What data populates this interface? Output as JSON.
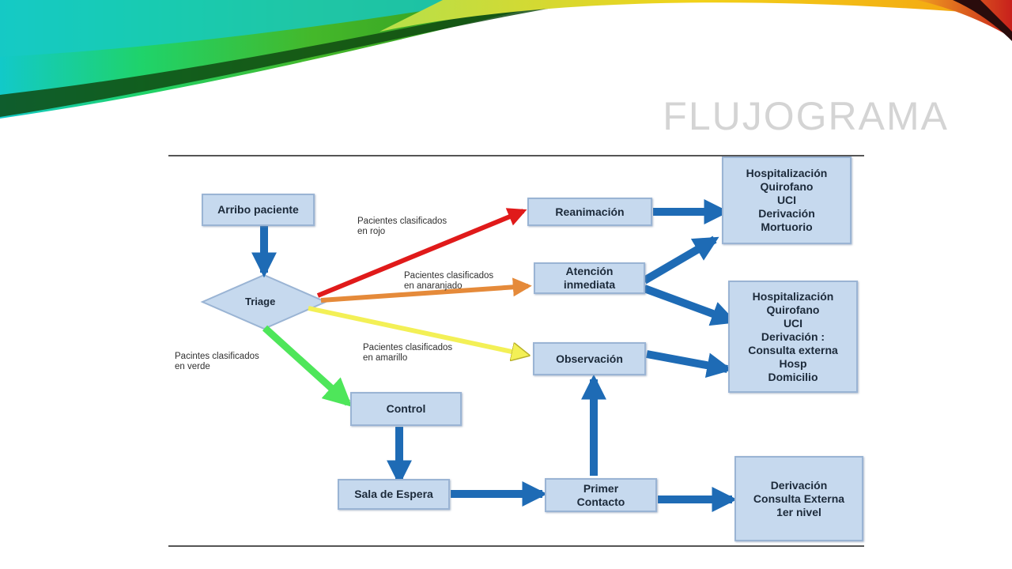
{
  "slide": {
    "title": "FLUJOGRAMA"
  },
  "colors": {
    "box_fill": "#c6d9ee",
    "box_border": "#9ab4d4",
    "arrow_blue": "#1e6bb5",
    "arrow_red": "#e01a1a",
    "arrow_orange": "#e58a3a",
    "arrow_yellow": "#f3f056",
    "arrow_green": "#4ee65a",
    "title": "#d4d4d4"
  },
  "nodes": {
    "arribo": "Arribo paciente",
    "triage": "Triage",
    "reanimacion": "Reanimación",
    "atencion": "Atención\ninmediata",
    "observacion": "Observación",
    "control": "Control",
    "sala": "Sala de Espera",
    "primer": "Primer\nContacto",
    "dest_top": "Hospitalización\nQuirofano\nUCI\nDerivación\nMortuorio",
    "dest_mid": "Hospitalización\nQuirofano\nUCI\nDerivación :\nConsulta externa\nHosp\nDomicilio",
    "dest_bottom": "Derivación\nConsulta Externa\n1er nivel"
  },
  "edge_labels": {
    "rojo": "Pacientes clasificados\nen rojo",
    "anaranjado": "Pacientes clasificados\nen anaranjado",
    "amarillo": "Pacientes clasificados\nen amarillo",
    "verde": "Pacintes clasificados\nen verde"
  }
}
